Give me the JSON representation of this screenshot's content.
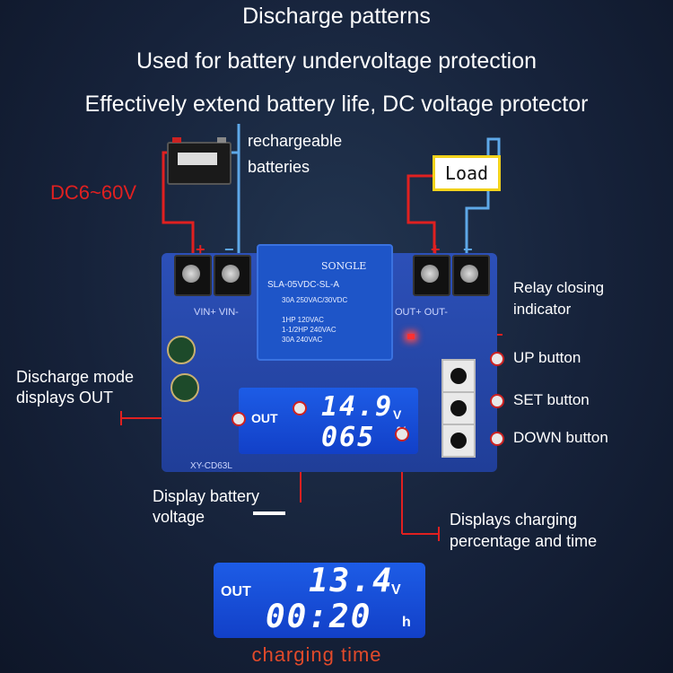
{
  "headline": {
    "line1": "Discharge patterns",
    "line2": "Used for battery undervoltage protection",
    "line3": "Effectively extend battery life, DC voltage protector"
  },
  "labels": {
    "voltage_range": "DC6~60V",
    "battery_line1": "rechargeable",
    "battery_line2": "batteries",
    "load": "Load",
    "relay_line1": "Relay closing",
    "relay_line2": "indicator",
    "up_button": "UP button",
    "set_button": "SET button",
    "down_button": "DOWN button",
    "discharge_line1": "Discharge mode",
    "discharge_line2": "displays OUT",
    "display_voltage_line1": "Display battery",
    "display_voltage_line2": "voltage",
    "display_percent_line1": "Displays charging",
    "display_percent_line2": "percentage and time",
    "charging_time": "charging time"
  },
  "board": {
    "relay_brand": "SONGLE",
    "relay_model": "SLA-05VDC-SL-A",
    "relay_spec1": "30A 250VAC/30VDC",
    "relay_spec2": "1HP 120VAC",
    "relay_spec3": "1-1/2HP 240VAC",
    "relay_spec4": "30A 240VAC",
    "vin_label": "VIN+ VIN-",
    "out_label": "OUT+ OUT-",
    "model": "XY-CD63L",
    "plus": "+",
    "minus": "−"
  },
  "lcd_main": {
    "mode": "OUT",
    "voltage": "14.9",
    "voltage_unit": "V",
    "percent": "065",
    "percent_unit": "%"
  },
  "lcd_second": {
    "mode": "OUT",
    "voltage": "13.4",
    "voltage_unit": "V",
    "time": "00:20",
    "time_unit": "h"
  },
  "colors": {
    "accent_red": "#e02020",
    "lcd_blue": "#1d5ce6",
    "board_blue": "#2646a8",
    "load_box": "#f2d21b"
  }
}
